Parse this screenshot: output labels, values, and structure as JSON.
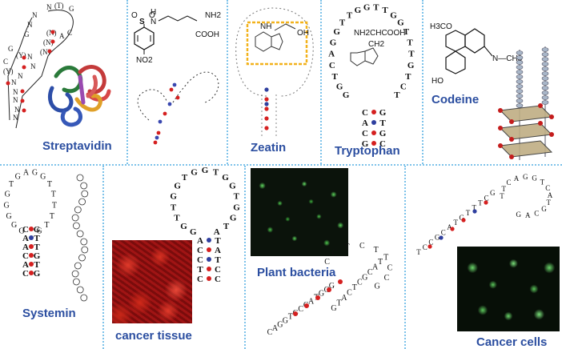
{
  "panels": {
    "streptavidin": {
      "label": "Streptavidin"
    },
    "zeatin_complex": {
      "substituent_labels": [
        "NH2",
        "COOH",
        "NO2"
      ]
    },
    "zeatin": {
      "label": "Zeatin",
      "group_label": "OH"
    },
    "tryptophan": {
      "label": "Tryptophan",
      "formula_label": "NH2CHCOOH",
      "ch2_label": "CH2",
      "loop_sequence": "GGTCAGGTTGGTTGGTTTGTCT",
      "stem_left": [
        "C",
        "A",
        "C",
        "G"
      ],
      "stem_right": [
        "G",
        "T",
        "G",
        "C"
      ]
    },
    "codeine": {
      "label": "Codeine",
      "methoxy_label": "H3CO",
      "hydroxy_label": "HO",
      "amine_label": "N—CH3"
    },
    "systemin": {
      "label": "Systemin",
      "loop_sequence": "GGGGGTGAGGTTTTTG",
      "stem_left": [
        "C",
        "A",
        "A",
        "C",
        "A",
        "C"
      ],
      "stem_right": [
        "G",
        "T",
        "T",
        "G",
        "T",
        "G"
      ]
    },
    "cancer_tissue": {
      "label": "cancer tissue",
      "loop_sequence": "GGTTGGTGGTGGTGGTA",
      "stem_left": [
        "A",
        "C",
        "C",
        "T",
        "C"
      ],
      "stem_right": [
        "T",
        "A",
        "T",
        "C",
        "C"
      ]
    },
    "plant_bacteria": {
      "label": "Plant bacteria",
      "sequence": "CAGGTGCCATGCGCCTCTTCCGTACGCTCATG"
    },
    "cancer_cells": {
      "label": "Cancer cells",
      "sequence": "TCCGCATGTTTCGTTCAGGTCATGCAG"
    }
  }
}
